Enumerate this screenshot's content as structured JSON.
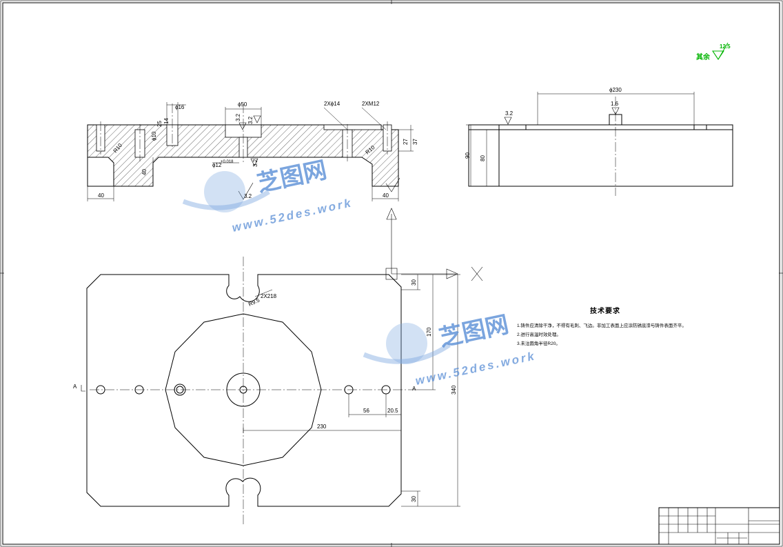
{
  "roughness": {
    "label": "其余",
    "value": "12.5"
  },
  "section_view": {
    "dims": {
      "phi16": "ϕ16",
      "d25": "25",
      "d14": "14",
      "phi10": "ϕ10",
      "phi50": "ϕ50",
      "phi12": "ϕ12",
      "tol": "+0.018",
      "holes14": "2Xϕ14",
      "m12": "2XM12",
      "d27": "27",
      "d37": "37",
      "d40_mid": "40",
      "d40_left": "40",
      "d40_right": "40",
      "r10_left": "R10",
      "r10_right": "R10"
    },
    "roughness": {
      "a": "3.2",
      "b": "3.2",
      "c": "3.2",
      "d": "3.2"
    }
  },
  "side_view": {
    "phi230": "ϕ230",
    "rough_left": "3.2",
    "rough_center": "1.6",
    "h90": "90",
    "h80": "80"
  },
  "plan_view": {
    "slot": "2X218",
    "slot2": "R9.5",
    "d30_top": "30",
    "d30_bot": "30",
    "d170": "170",
    "d340": "340",
    "d56": "56",
    "d20_5": "20.5",
    "d230": "230",
    "section_mark_left": "A",
    "section_mark_right": "A"
  },
  "tech": {
    "title": "技术要求",
    "lines": [
      "1.铸件应清除干净，不得有毛刺、飞边。非加工表面上应涂防锈底漆与铸件表面齐平。",
      "2.进行高温时效处理。",
      "3.未注圆角半径R20。"
    ]
  },
  "watermark": {
    "brand": "芝图网",
    "url": "www.52des.work"
  }
}
